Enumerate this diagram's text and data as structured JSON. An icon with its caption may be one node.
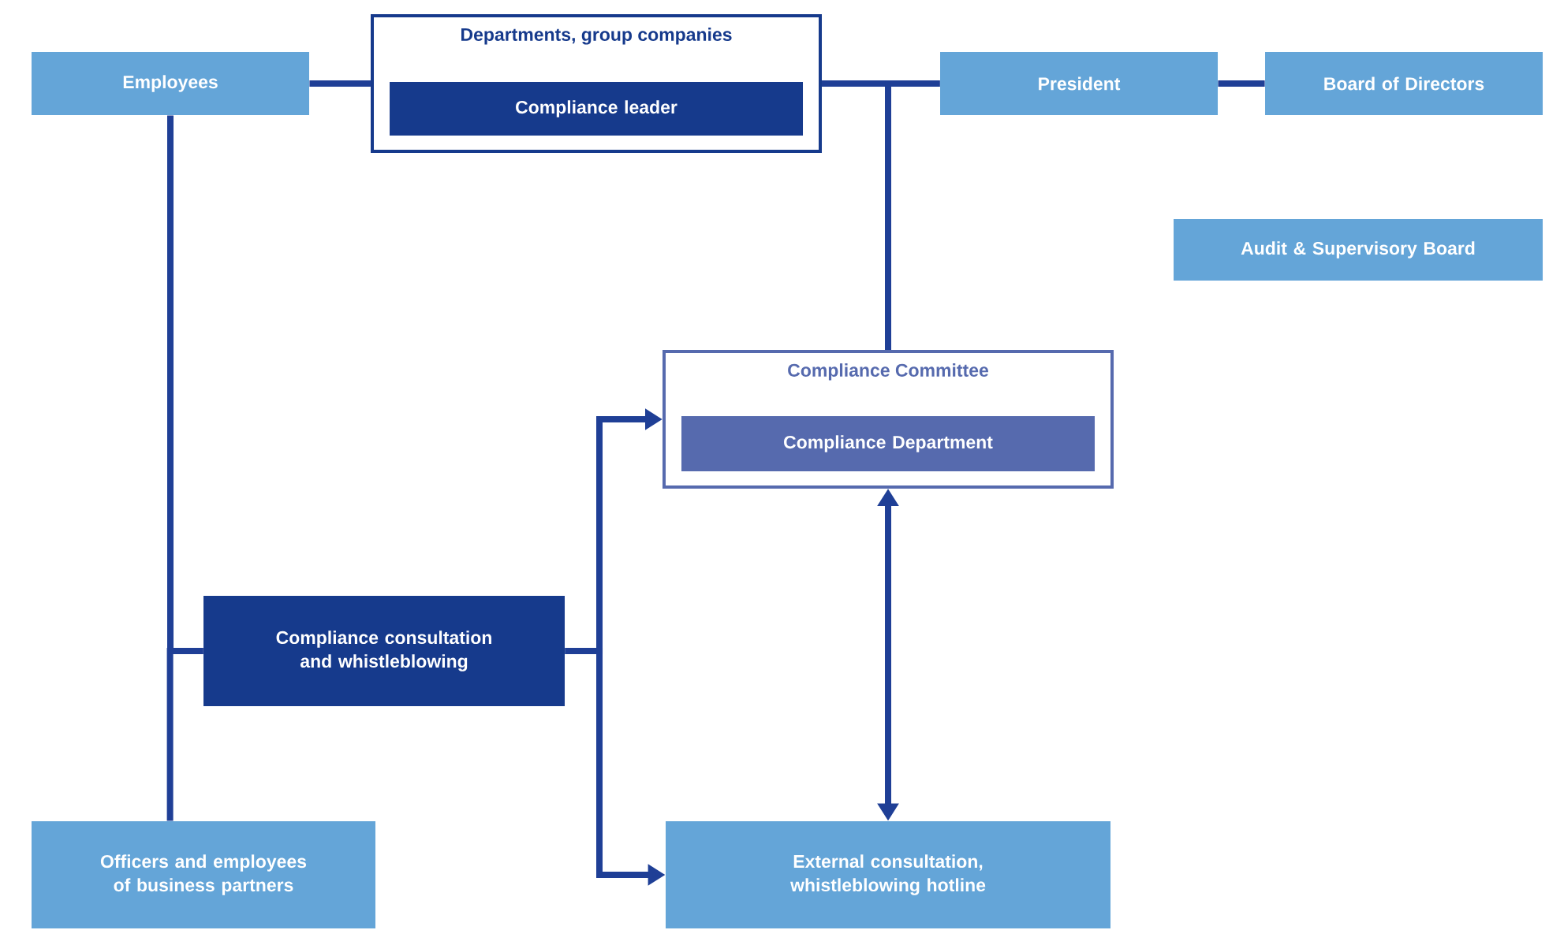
{
  "diagram": {
    "nodes": [
      {
        "text": [
          "Employees"
        ]
      },
      {
        "text": [
          "Departments, group companies"
        ]
      },
      {
        "text": [
          "Compliance leader"
        ],
        "in": 1
      },
      {
        "text": [
          "President"
        ]
      },
      {
        "text": [
          "Board of Directors"
        ]
      },
      {
        "text": [
          "Audit & Supervisory Board"
        ]
      },
      {
        "text": [
          "Compliance Committee"
        ]
      },
      {
        "text": [
          "Compliance Department"
        ],
        "in": 6
      },
      {
        "text": [
          "Compliance consultation and whistleblowing"
        ]
      },
      {
        "text": [
          "Officers and employees of business partners"
        ]
      },
      {
        "text": [
          "External consultation, whistleblowing hotline"
        ]
      }
    ],
    "edges": [
      {
        "from": 0,
        "to": 1,
        "arrow": "none"
      },
      {
        "from": 1,
        "to": 3,
        "arrow": "none"
      },
      {
        "from": 3,
        "to": 4,
        "arrow": "none"
      },
      {
        "from": 6,
        "to": 3,
        "arrow": "none"
      },
      {
        "from": 0,
        "to": 8,
        "arrow": "none"
      },
      {
        "from": 9,
        "to": 8,
        "arrow": "none"
      },
      {
        "from": 8,
        "to": 6,
        "arrow": "to"
      },
      {
        "from": 8,
        "to": 10,
        "arrow": "to"
      },
      {
        "from": 6,
        "to": 10,
        "arrow": "both"
      }
    ]
  }
}
